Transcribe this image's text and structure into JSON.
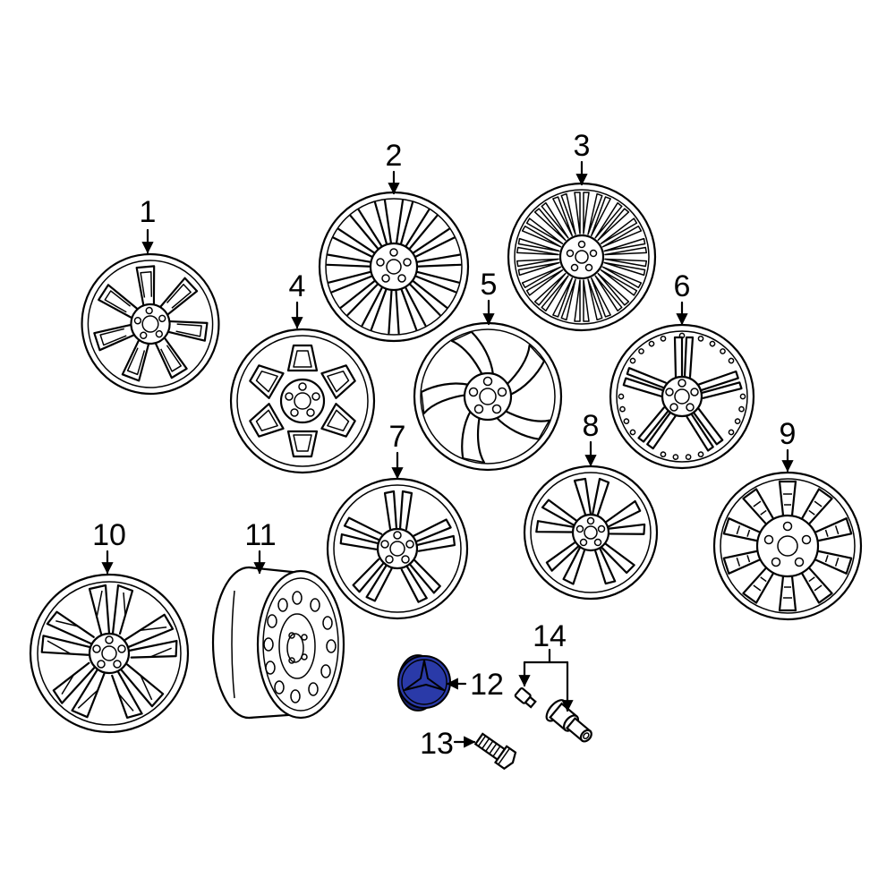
{
  "callouts": {
    "c1": "1",
    "c2": "2",
    "c3": "3",
    "c4": "4",
    "c5": "5",
    "c6": "6",
    "c7": "7",
    "c8": "8",
    "c9": "9",
    "c10": "10",
    "c11": "11",
    "c12": "12",
    "c13": "13",
    "c14": "14"
  },
  "colors": {
    "line": "#000000",
    "background": "#ffffff",
    "highlight": "#2a3aa8",
    "highlight_dark": "#1a2470"
  },
  "highlighted_part": "12"
}
